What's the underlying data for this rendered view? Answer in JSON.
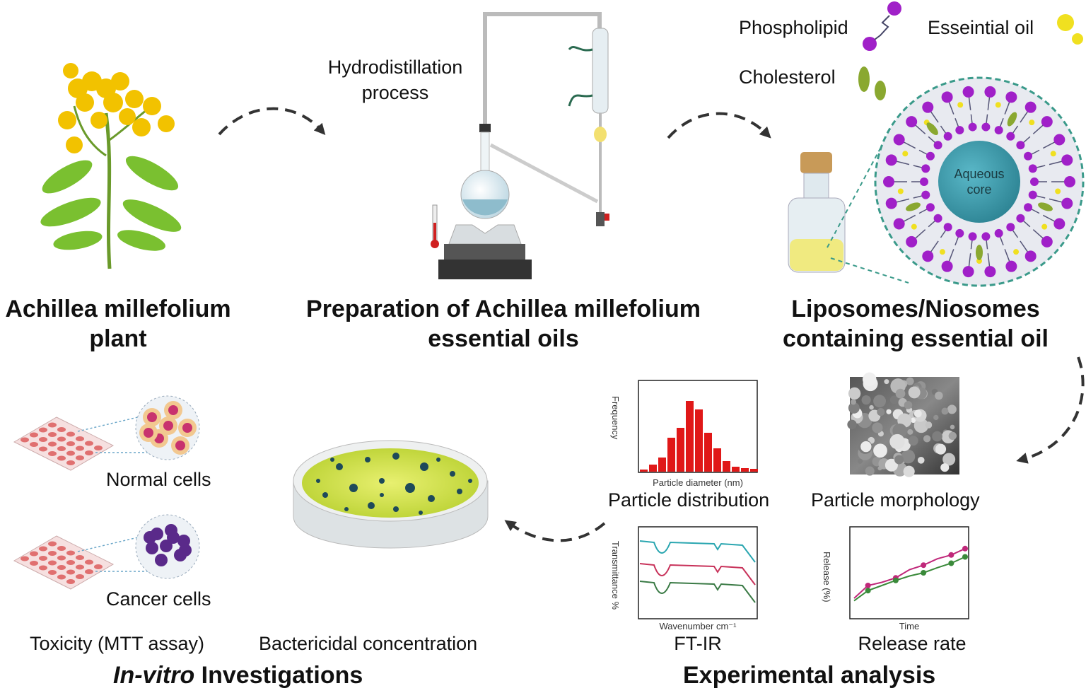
{
  "stages": {
    "plant": {
      "title_line1": "Achillea millefolium",
      "title_line2": "plant"
    },
    "preparation": {
      "process_line1": "Hydrodistillation",
      "process_line2": "process",
      "title_line1": "Preparation of Achillea millefolium",
      "title_line2": "essential oils"
    },
    "vesicles": {
      "title_line1": "Liposomes/Niosomes",
      "title_line2": "containing essential oil",
      "legend": {
        "phospholipid": "Phospholipid",
        "essential_oil": "Esseintial oil",
        "cholesterol": "Cholesterol"
      },
      "core_line1": "Aqueous",
      "core_line2": "core"
    }
  },
  "experimental": {
    "title": "Experimental analysis",
    "particle_distribution": {
      "label": "Particle distribution",
      "chart_data": {
        "type": "bar",
        "xlabel": "Particle diameter (nm)",
        "ylabel": "Frequency",
        "values": [
          3,
          10,
          20,
          48,
          62,
          100,
          88,
          55,
          33,
          15,
          7,
          5,
          4
        ]
      }
    },
    "particle_morphology": {
      "label": "Particle morphology"
    },
    "ftir": {
      "label": "FT-IR",
      "chart_data": {
        "type": "line",
        "xlabel": "Wavenumber cm⁻¹",
        "ylabel": "Transmittance %",
        "series": [
          {
            "color": "#2aa6b0"
          },
          {
            "color": "#c8325a"
          },
          {
            "color": "#3a7a45"
          }
        ]
      }
    },
    "release": {
      "label": "Release rate",
      "chart_data": {
        "type": "line",
        "xlabel": "Time",
        "ylabel": "Release (%)",
        "series": [
          {
            "color": "#c0287a",
            "values": [
              10,
              30,
              35,
              42,
              55,
              62,
              72,
              78,
              88
            ]
          },
          {
            "color": "#3a8a3a",
            "values": [
              6,
              22,
              30,
              38,
              45,
              50,
              58,
              65,
              75
            ]
          }
        ]
      }
    }
  },
  "invitro": {
    "title_italic": "In-vitro",
    "title_rest": " Investigations",
    "normal_cells": "Normal cells",
    "cancer_cells": "Cancer cells",
    "toxicity": "Toxicity (MTT assay)",
    "bactericidal": "Bactericidal concentration"
  },
  "colors": {
    "arrow": "#333333",
    "flower": "#f2c200",
    "leaf": "#6fbf2a",
    "phospholipid": "#a020c8",
    "oil": "#f0e020",
    "cholesterol": "#8aa830",
    "bar": "#e01818",
    "cell_normal": "#c8326e",
    "cell_cancer": "#5a2a8a"
  }
}
